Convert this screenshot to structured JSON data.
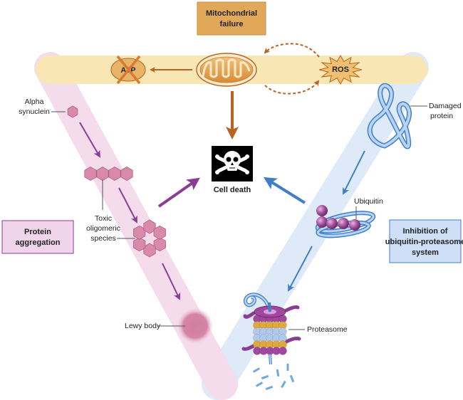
{
  "title": "Mechanisms of neuronal cell death",
  "colors": {
    "mito_band": "#f8e6b4",
    "mito_box": "#e2a85a",
    "mito_arrow": "#b86420",
    "protein_band": "#f4dcec",
    "protein_box": "#f0d4ea",
    "protein_arrow": "#8a3d94",
    "ups_band": "#dfeaf8",
    "ups_box": "#cfe0f6",
    "ups_arrow": "#3f7fc8",
    "hexagon": "#d88aa8",
    "ubiquitin": "#a04e9a",
    "skull_bg": "#000000"
  },
  "boxes": {
    "mitochondrial": {
      "line1": "Mitochondrial",
      "line2": "failure"
    },
    "protein": {
      "line1": "Protein",
      "line2": "aggregation"
    },
    "ups": {
      "line1": "Inhibition of",
      "line2": "ubiquitin-proteasome",
      "line3": "system"
    }
  },
  "nodes": {
    "atp": "ATP",
    "ros": "ROS",
    "cell_death": "Cell death"
  },
  "labels": {
    "alpha_synuclein": {
      "line1": "Alpha",
      "line2": "synuclein"
    },
    "toxic": {
      "line1": "Toxic",
      "line2": "oligomeric",
      "line3": "species"
    },
    "lewy_body": "Lewy body",
    "damaged_protein": {
      "line1": "Damaged",
      "line2": "protein"
    },
    "ubiquitin": "Ubiquitin",
    "proteasome": "Proteasome"
  },
  "icons": {
    "mitochondrion": "mitochondrion-icon",
    "skull": "skull-crossbones-icon",
    "atp_cross": "cross-out-icon",
    "ros_burst": "starburst-icon"
  }
}
